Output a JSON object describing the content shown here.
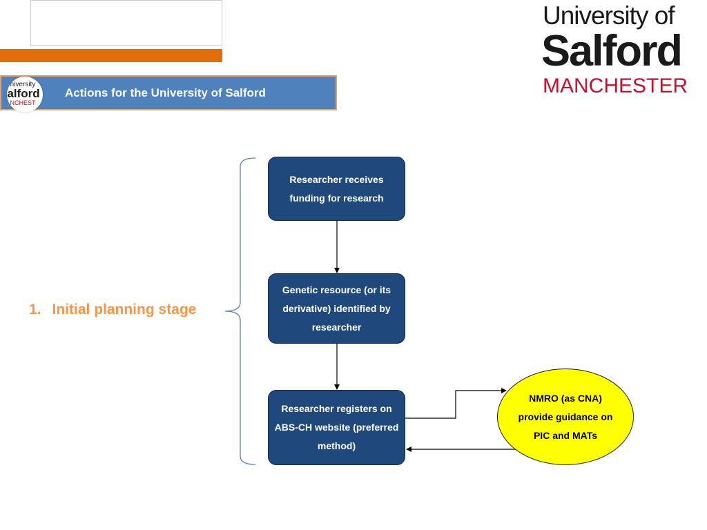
{
  "banner": {
    "title": "Actions for the University of Salford"
  },
  "mini_logo": {
    "line1": "niversity",
    "line2": "alford",
    "line3": "NCHEST"
  },
  "logo": {
    "line1": "University of",
    "line2": "Salford",
    "line3": "MANCHESTER"
  },
  "stage": {
    "number": "1.",
    "label": "Initial planning stage"
  },
  "flow": {
    "box1": "Researcher receives funding for research",
    "box2": "Genetic resource (or its derivative) identified by researcher",
    "box3": "Researcher registers on ABS-CH website (preferred method)",
    "ellipse": "NMRO (as CNA) provide guidance on PIC and MATs"
  },
  "colors": {
    "box_fill": "#1f497d",
    "ellipse_fill": "#ffff00",
    "banner": "#4f81bd",
    "accent_orange": "#e36c0a",
    "stage_label": "#f79646",
    "logo_red": "#c8102e"
  }
}
